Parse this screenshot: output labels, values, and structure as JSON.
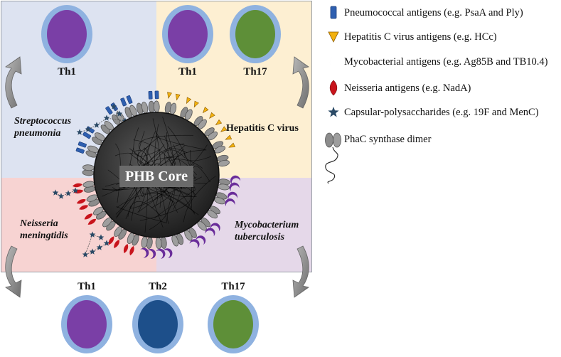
{
  "core_label": "PHB Core",
  "quadrants": {
    "top_left": "Streptococcus\npneumonia",
    "top_right": "Hepatitis C virus",
    "bottom_left": "Neisseria\nmeningtidis",
    "bottom_right": "Mycobacterium\ntuberculosis"
  },
  "cells": {
    "top_left": [
      {
        "label": "Th1",
        "color": "#7a3fa6"
      }
    ],
    "top_right": [
      {
        "label": "Th1",
        "color": "#7a3fa6"
      },
      {
        "label": "Th17",
        "color": "#5e8f38"
      }
    ],
    "bottom": [
      {
        "label": "Th1",
        "color": "#7a3fa6"
      },
      {
        "label": "Th2",
        "color": "#1d4f8a"
      },
      {
        "label": "Th17",
        "color": "#5e8f38"
      }
    ]
  },
  "legend": [
    {
      "icon": "pneumococcal-antigen-icon",
      "text": "Pneumococcal antigens (e.g. PsaA and Ply)"
    },
    {
      "icon": "hepatitis-c-antigen-icon",
      "text": "Hepatitis C virus antigens (e.g. HCc)"
    },
    {
      "icon": "mycobacterial-antigen-icon",
      "text": "Mycobacterial antigens (e.g. Ag85B and TB10.4)"
    },
    {
      "icon": "neisseria-antigen-icon",
      "text": "Neisseria antigens (e.g. NadA)"
    },
    {
      "icon": "capsular-polysaccharide-icon",
      "text": "Capsular-polysaccharides (e.g. 19F and MenC)"
    },
    {
      "icon": "phac-synthase-dimer-icon",
      "text": "PhaC synthase dimer"
    }
  ],
  "colors": {
    "pneumococcal": "#2e5fb0",
    "hepatitis": "#f2b10f",
    "mycobacterial": "#6a2d9a",
    "neisseria": "#c8141c",
    "polysaccharide": "#2b4a66",
    "phac": "#8c8c8c",
    "cell_ring": "#8fb2e0"
  }
}
